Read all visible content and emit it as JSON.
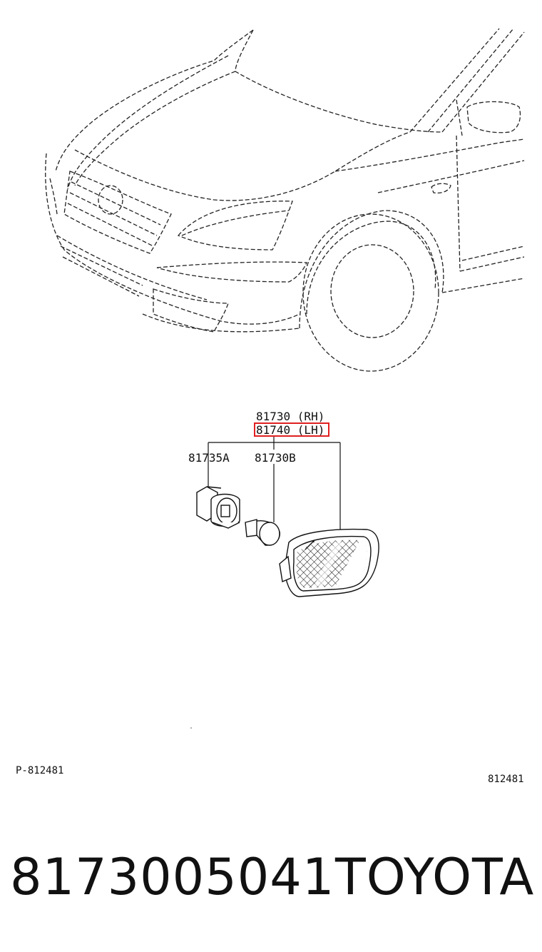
{
  "diagram": {
    "callouts": {
      "rh": "81730 (RH)",
      "lh": "81740 (LH)",
      "socket": "81735A",
      "bulb": "81730B"
    },
    "codes": {
      "left": "P-812481",
      "right": "812481"
    },
    "highlight_color": "#e02020"
  },
  "footer": {
    "part_number": "8173005041",
    "brand": "TOYOTA"
  }
}
